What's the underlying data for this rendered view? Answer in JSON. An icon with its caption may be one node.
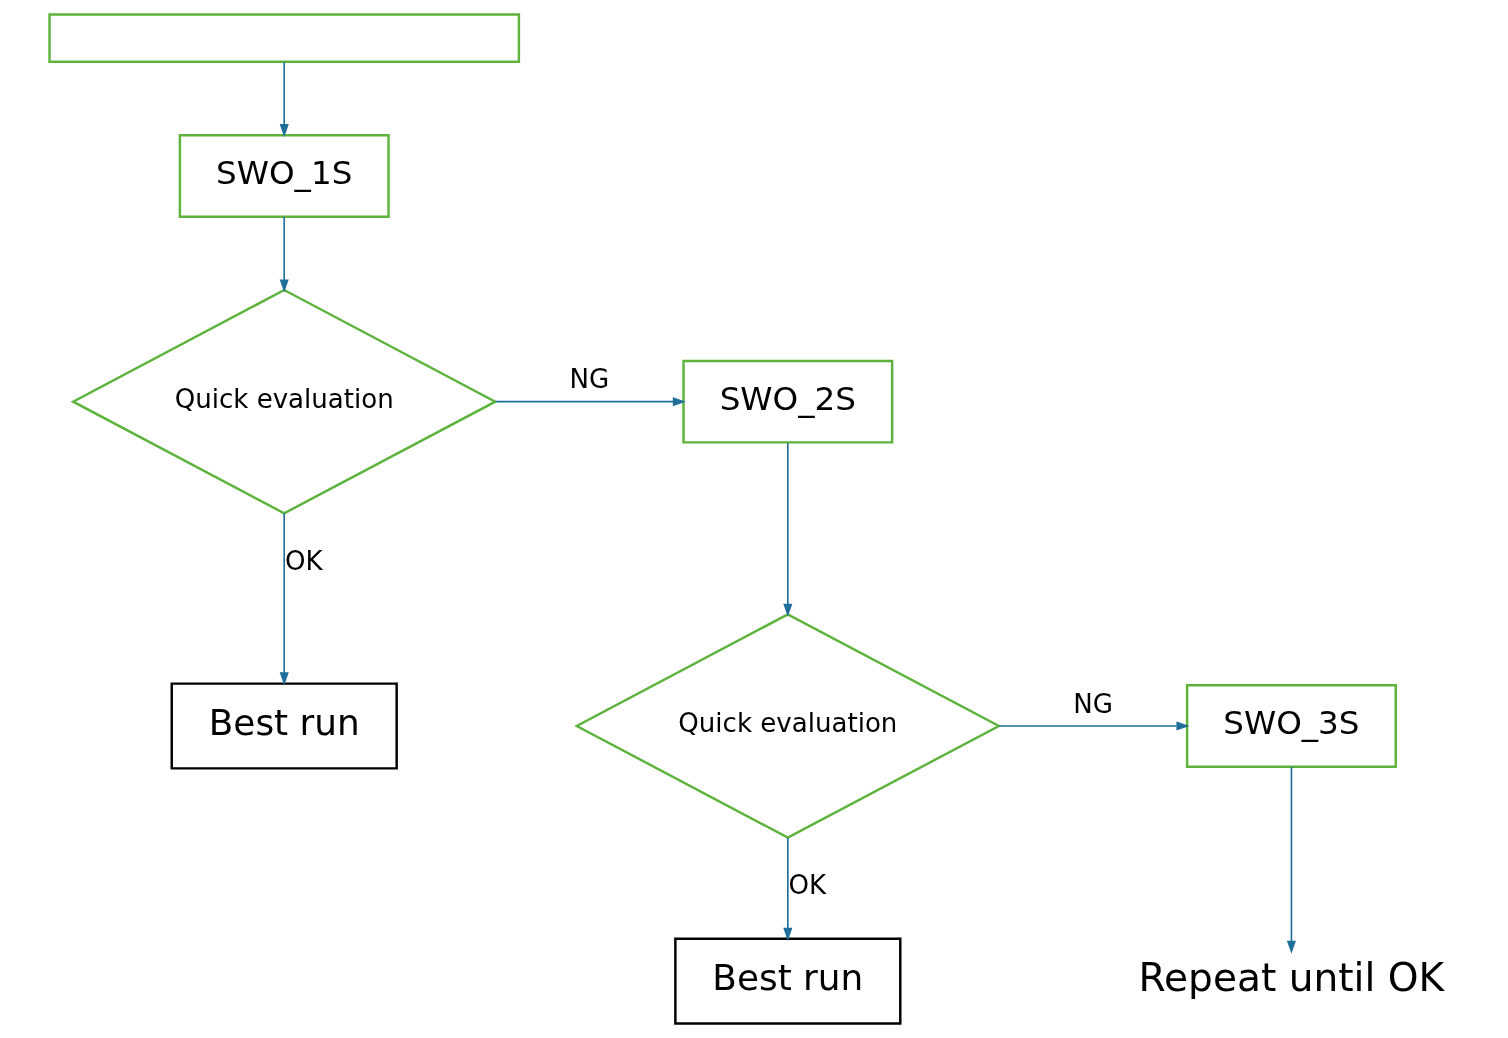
{
  "diagram": {
    "nodes": [
      {
        "text": [],
        "shape": "box"
      },
      {
        "text": [
          "SWO_1S"
        ]
      },
      {
        "text": [
          "Quick evaluation"
        ]
      },
      {
        "text": [
          "SWO_2S"
        ]
      },
      {
        "text": [
          "Best run"
        ]
      },
      {
        "text": [
          "Quick evaluation"
        ]
      },
      {
        "text": [
          "SWO_3S"
        ]
      },
      {
        "text": [
          "Best run"
        ]
      },
      {
        "text": [
          "Repeat until OK"
        ]
      }
    ],
    "edges": [
      {
        "from": 0,
        "to": 1,
        "arrow": "to"
      },
      {
        "from": 1,
        "to": 2,
        "arrow": "to"
      },
      {
        "from": 2,
        "to": 3,
        "arrow": "to",
        "label": "NG"
      },
      {
        "from": 2,
        "to": 4,
        "arrow": "to",
        "label": "OK"
      },
      {
        "from": 3,
        "to": 5,
        "arrow": "to"
      },
      {
        "from": 5,
        "to": 6,
        "arrow": "to",
        "label": "NG"
      },
      {
        "from": 5,
        "to": 7,
        "arrow": "to",
        "label": "OK"
      },
      {
        "from": 6,
        "to": 8,
        "arrow": "to"
      }
    ]
  }
}
